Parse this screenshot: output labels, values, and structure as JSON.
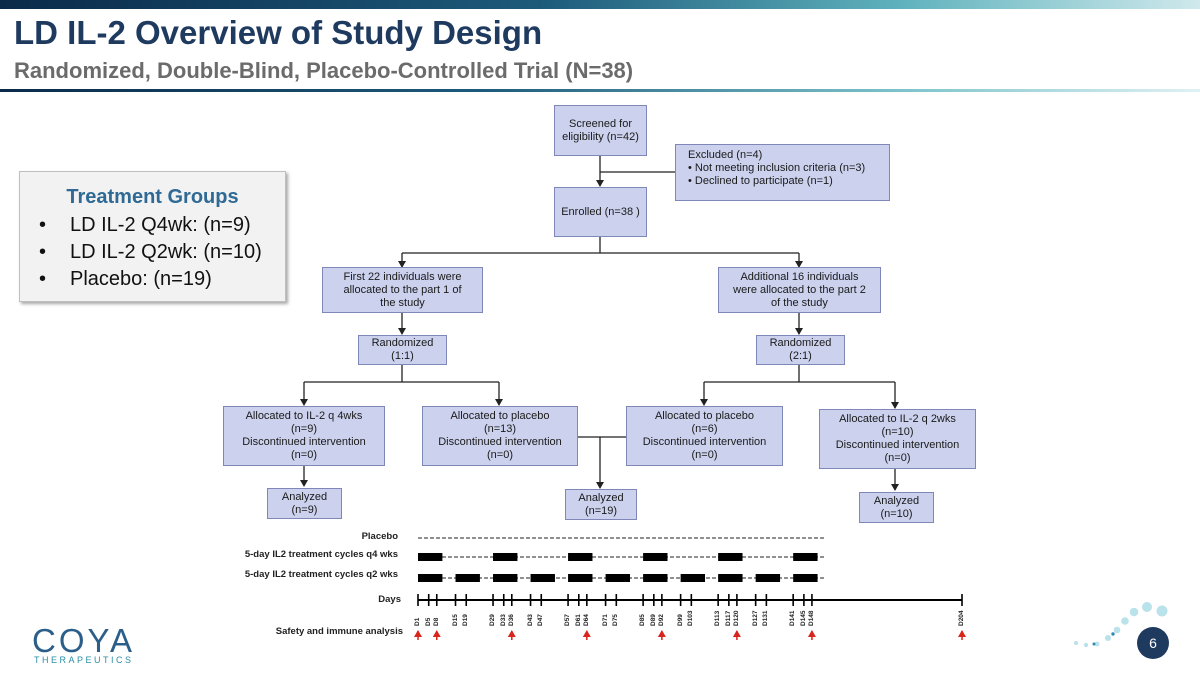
{
  "title": "LD IL-2 Overview of Study Design",
  "subtitle": "Randomized, Double-Blind, Placebo-Controlled Trial (N=38)",
  "treatment_groups": {
    "title": "Treatment Groups",
    "items": [
      "LD IL-2 Q4wk: (n=9)",
      "LD IL-2 Q2wk: (n=10)",
      "Placebo: (n=19)"
    ]
  },
  "flow": {
    "screened": [
      "Screened for",
      "eligibility (n=42)"
    ],
    "excluded": [
      "Excluded (n=4)",
      "• Not meeting inclusion criteria (n=3)",
      "• Declined to participate (n=1)"
    ],
    "enrolled": "Enrolled (n=38 )",
    "part1": [
      "First 22 individuals were",
      "allocated to the part 1 of",
      "the study"
    ],
    "part2": [
      "Additional 16 individuals",
      "were allocated to the part 2",
      "of the study"
    ],
    "rand1": [
      "Randomized",
      "(1:1)"
    ],
    "rand2": [
      "Randomized",
      "(2:1)"
    ],
    "alloc_q4": [
      "Allocated to IL-2 q 4wks",
      "(n=9)",
      "Discontinued intervention",
      "(n=0)"
    ],
    "alloc_pl13": [
      "Allocated to placebo",
      "(n=13)",
      "Discontinued intervention",
      "(n=0)"
    ],
    "alloc_pl6": [
      "Allocated to placebo",
      "(n=6)",
      "Discontinued intervention",
      "(n=0)"
    ],
    "alloc_q2": [
      "Allocated to IL-2 q 2wks",
      "(n=10)",
      "Discontinued intervention",
      "(n=0)"
    ],
    "analyzed_q4": [
      "Analyzed",
      "(n=9)"
    ],
    "analyzed_pl": [
      "Analyzed",
      "(n=19)"
    ],
    "analyzed_q2": [
      "Analyzed",
      "(n=10)"
    ]
  },
  "timeline": {
    "rows": {
      "placebo": "Placebo",
      "q4": "5-day IL2 treatment cycles q4 wks",
      "q2": "5-day IL2 treatment cycles q2 wks",
      "days": "Days",
      "safety": "Safety and immune analysis"
    },
    "days": [
      "D1",
      "D5",
      "D8",
      "D15",
      "D19",
      "D29",
      "D33",
      "D36",
      "D43",
      "D47",
      "D57",
      "D61",
      "D64",
      "D71",
      "D75",
      "D85",
      "D89",
      "D92",
      "D99",
      "D103",
      "D113",
      "D117",
      "D120",
      "D127",
      "D131",
      "D141",
      "D145",
      "D148",
      "D204"
    ],
    "q4_cycle_starts": [
      1,
      29,
      57,
      85,
      113,
      141
    ],
    "q2_cycle_starts": [
      1,
      15,
      29,
      43,
      57,
      71,
      85,
      99,
      113,
      127,
      141
    ],
    "safety_days": [
      1,
      8,
      36,
      64,
      92,
      120,
      148,
      204
    ],
    "cycle_length_days": 5,
    "day_range": [
      1,
      204
    ]
  },
  "logo": {
    "name": "COYA",
    "tagline": "THERAPEUTICS"
  },
  "page_number": "6",
  "colors": {
    "title": "#1f3a5f",
    "box_fill": "#ccd2ee",
    "accent": "#2e6a95",
    "arrow_red": "#d9261c"
  }
}
